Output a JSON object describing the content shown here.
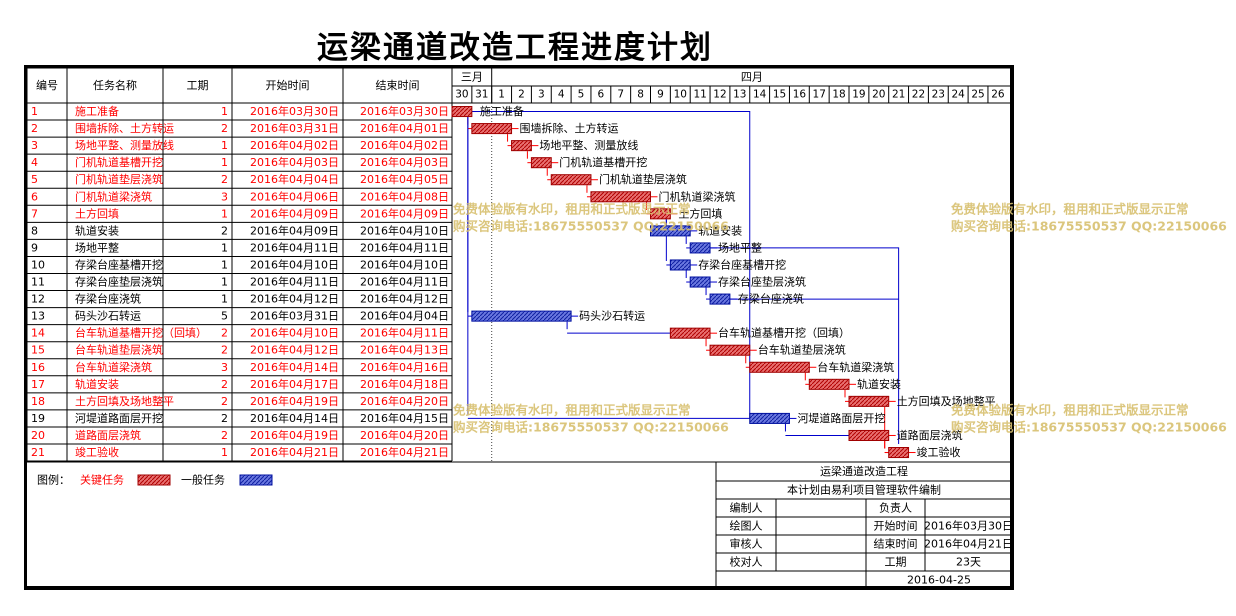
{
  "title": "运梁通道改造工程进度计划",
  "header": {
    "col_id": "编号",
    "col_name": "任务名称",
    "col_dur": "工期",
    "col_start": "开始时间",
    "col_end": "结束时间"
  },
  "months": [
    "三月",
    "四月"
  ],
  "days": [
    "30",
    "31",
    "1",
    "2",
    "3",
    "4",
    "5",
    "6",
    "7",
    "8",
    "9",
    "10",
    "11",
    "12",
    "13",
    "14",
    "15",
    "16",
    "17",
    "18",
    "19",
    "20",
    "21",
    "22",
    "23",
    "24",
    "25",
    "26"
  ],
  "tasks": [
    {
      "id": "1",
      "name": "施工准备",
      "dur": "1",
      "start": "2016年03月30日",
      "end": "2016年03月30日",
      "critical": true,
      "s": 0,
      "d": 1,
      "label": "施工准备"
    },
    {
      "id": "2",
      "name": "围墙拆除、土方转运",
      "dur": "2",
      "start": "2016年03月31日",
      "end": "2016年04月01日",
      "critical": true,
      "s": 1,
      "d": 2,
      "label": "围墙拆除、土方转运"
    },
    {
      "id": "3",
      "name": "场地平整、测量放线",
      "dur": "1",
      "start": "2016年04月02日",
      "end": "2016年04月02日",
      "critical": true,
      "s": 3,
      "d": 1,
      "label": "场地平整、测量放线"
    },
    {
      "id": "4",
      "name": "门机轨道基槽开挖",
      "dur": "1",
      "start": "2016年04月03日",
      "end": "2016年04月03日",
      "critical": true,
      "s": 4,
      "d": 1,
      "label": "门机轨道基槽开挖"
    },
    {
      "id": "5",
      "name": "门机轨道垫层浇筑",
      "dur": "2",
      "start": "2016年04月04日",
      "end": "2016年04月05日",
      "critical": true,
      "s": 5,
      "d": 2,
      "label": "门机轨道垫层浇筑"
    },
    {
      "id": "6",
      "name": "门机轨道梁浇筑",
      "dur": "3",
      "start": "2016年04月06日",
      "end": "2016年04月08日",
      "critical": true,
      "s": 7,
      "d": 3,
      "label": "门机轨道梁浇筑"
    },
    {
      "id": "7",
      "name": "土方回填",
      "dur": "1",
      "start": "2016年04月09日",
      "end": "2016年04月09日",
      "critical": true,
      "s": 10,
      "d": 1,
      "label": "土方回填"
    },
    {
      "id": "8",
      "name": "轨道安装",
      "dur": "2",
      "start": "2016年04月09日",
      "end": "2016年04月10日",
      "critical": false,
      "s": 10,
      "d": 2,
      "label": "轨道安装"
    },
    {
      "id": "9",
      "name": "场地平整",
      "dur": "1",
      "start": "2016年04月11日",
      "end": "2016年04月11日",
      "critical": false,
      "s": 12,
      "d": 1,
      "label": "场地平整"
    },
    {
      "id": "10",
      "name": "存梁台座基槽开挖",
      "dur": "1",
      "start": "2016年04月10日",
      "end": "2016年04月10日",
      "critical": false,
      "s": 11,
      "d": 1,
      "label": "存梁台座基槽开挖"
    },
    {
      "id": "11",
      "name": "存梁台座垫层浇筑",
      "dur": "1",
      "start": "2016年04月11日",
      "end": "2016年04月11日",
      "critical": false,
      "s": 12,
      "d": 1,
      "label": "存梁台座垫层浇筑"
    },
    {
      "id": "12",
      "name": "存梁台座浇筑",
      "dur": "1",
      "start": "2016年04月12日",
      "end": "2016年04月12日",
      "critical": false,
      "s": 13,
      "d": 1,
      "label": "存梁台座浇筑"
    },
    {
      "id": "13",
      "name": "码头沙石转运",
      "dur": "5",
      "start": "2016年03月31日",
      "end": "2016年04月04日",
      "critical": false,
      "s": 1,
      "d": 5,
      "label": "码头沙石转运"
    },
    {
      "id": "14",
      "name": "台车轨道基槽开挖（回填）",
      "dur": "2",
      "start": "2016年04月10日",
      "end": "2016年04月11日",
      "critical": true,
      "s": 11,
      "d": 2,
      "label": "台车轨道基槽开挖（回填）"
    },
    {
      "id": "15",
      "name": "台车轨道垫层浇筑",
      "dur": "2",
      "start": "2016年04月12日",
      "end": "2016年04月13日",
      "critical": true,
      "s": 13,
      "d": 2,
      "label": "台车轨道垫层浇筑"
    },
    {
      "id": "16",
      "name": "台车轨道梁浇筑",
      "dur": "3",
      "start": "2016年04月14日",
      "end": "2016年04月16日",
      "critical": true,
      "s": 15,
      "d": 3,
      "label": "台车轨道梁浇筑"
    },
    {
      "id": "17",
      "name": "轨道安装",
      "dur": "2",
      "start": "2016年04月17日",
      "end": "2016年04月18日",
      "critical": true,
      "s": 18,
      "d": 2,
      "label": "轨道安装"
    },
    {
      "id": "18",
      "name": "土方回填及场地整平",
      "dur": "2",
      "start": "2016年04月19日",
      "end": "2016年04月20日",
      "critical": true,
      "s": 20,
      "d": 2,
      "label": "土方回填及场地整平"
    },
    {
      "id": "19",
      "name": "河堤道路面层开挖",
      "dur": "2",
      "start": "2016年04月14日",
      "end": "2016年04月15日",
      "critical": false,
      "s": 15,
      "d": 2,
      "label": "河堤道路面层开挖"
    },
    {
      "id": "20",
      "name": "道路面层浇筑",
      "dur": "2",
      "start": "2016年04月19日",
      "end": "2016年04月20日",
      "critical": true,
      "s": 20,
      "d": 2,
      "label": "道路面层浇筑"
    },
    {
      "id": "21",
      "name": "竣工验收",
      "dur": "1",
      "start": "2016年04月21日",
      "end": "2016年04月21日",
      "critical": true,
      "s": 22,
      "d": 1,
      "label": "竣工验收"
    }
  ],
  "watermark": {
    "line1": "免费体验版有水印，租用和正式版显示正常",
    "line2": "购买咨询电话:18675550537 QQ:22150066"
  },
  "legend": {
    "label": "图例：",
    "critical": "关键任务",
    "normal": "一般任务"
  },
  "info": {
    "project": "运梁通道改造工程",
    "software": "本计划由易利项目管理软件编制",
    "compiler_label": "编制人",
    "compiler": "",
    "manager_label": "负责人",
    "manager": "",
    "drawer_label": "绘图人",
    "drawer": "",
    "start_label": "开始时间",
    "start": "2016年03月30日",
    "reviewer_label": "审核人",
    "reviewer": "",
    "end_label": "结束时间",
    "end": "2016年04月21日",
    "checker_label": "校对人",
    "checker": "",
    "duration_label": "工期",
    "duration": "23天",
    "date": "2016-04-25"
  },
  "colors": {
    "critical": "#ff0000",
    "critical_fill": "#e06060",
    "normal": "#0000cc",
    "normal_fill": "#5566dd",
    "line": "#000000",
    "text": "#000000"
  }
}
